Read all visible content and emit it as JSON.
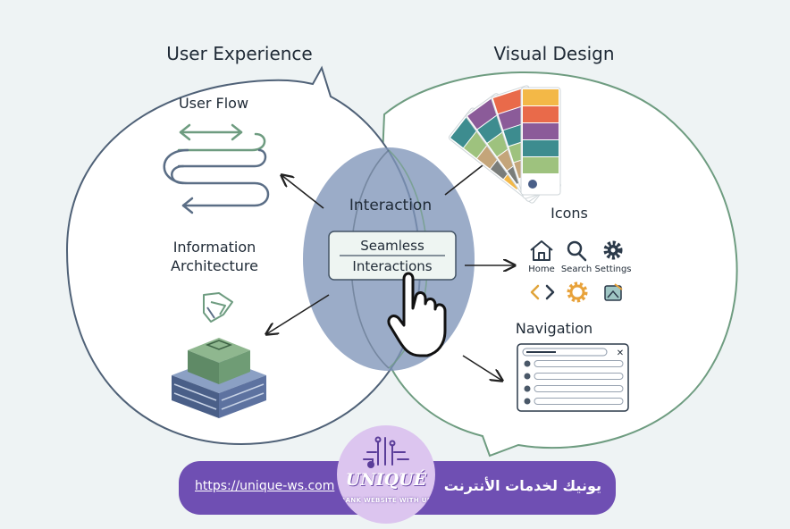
{
  "diagram": {
    "left_circle_title": "User Experience",
    "right_circle_title": "Visual Design",
    "user_flow": "User Flow",
    "info_arch_line1": "Information",
    "info_arch_line2": "Architecture",
    "interaction": "Interaction",
    "seamless_line1": "Seamless",
    "seamless_line2": "Interactions",
    "icons_heading": "Icons",
    "icon_labels": [
      "Home",
      "Search",
      "Settings"
    ],
    "navigation": "Navigation",
    "close_glyph": "✕"
  },
  "banner": {
    "url": "https://unique-ws.com",
    "title": "يونيك لخدمات الأنترنت",
    "logo_text": "UNIQUÉ",
    "logo_tagline": "RANK WEBSITE WITH US"
  },
  "colors": {
    "left_circle_stroke": "#4f6177",
    "right_circle_stroke": "#6e9c80",
    "overlap_fill": "#7f95b8",
    "banner_fill": "#6f4fb3",
    "logo_fill": "#dcc5ef"
  },
  "swatch_colors": [
    "#f3b847",
    "#e96a4a",
    "#8b5b99",
    "#3d8c8f",
    "#9ec27e",
    "#c4a57a",
    "#7a7d7a"
  ]
}
